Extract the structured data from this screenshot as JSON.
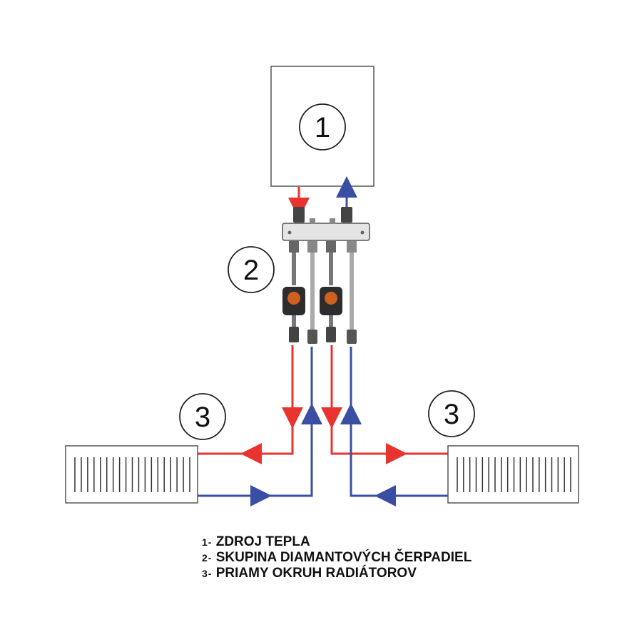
{
  "labels": {
    "source": "1",
    "pump_group": "2",
    "circuit_left": "3",
    "circuit_right": "3"
  },
  "legend": [
    {
      "num": "1-",
      "text": "ZDROJ TEPLA"
    },
    {
      "num": "2-",
      "text": "SKUPINA DIAMANTOVÝCH ČERPADIEL"
    },
    {
      "num": "3-",
      "text": "PRIAMY OKRUH RADIÁTOROV"
    }
  ],
  "colors": {
    "supply": "#e8332f",
    "return": "#3a4fa3",
    "outline": "#555555",
    "pipe_gray": "#9a9a9a"
  }
}
